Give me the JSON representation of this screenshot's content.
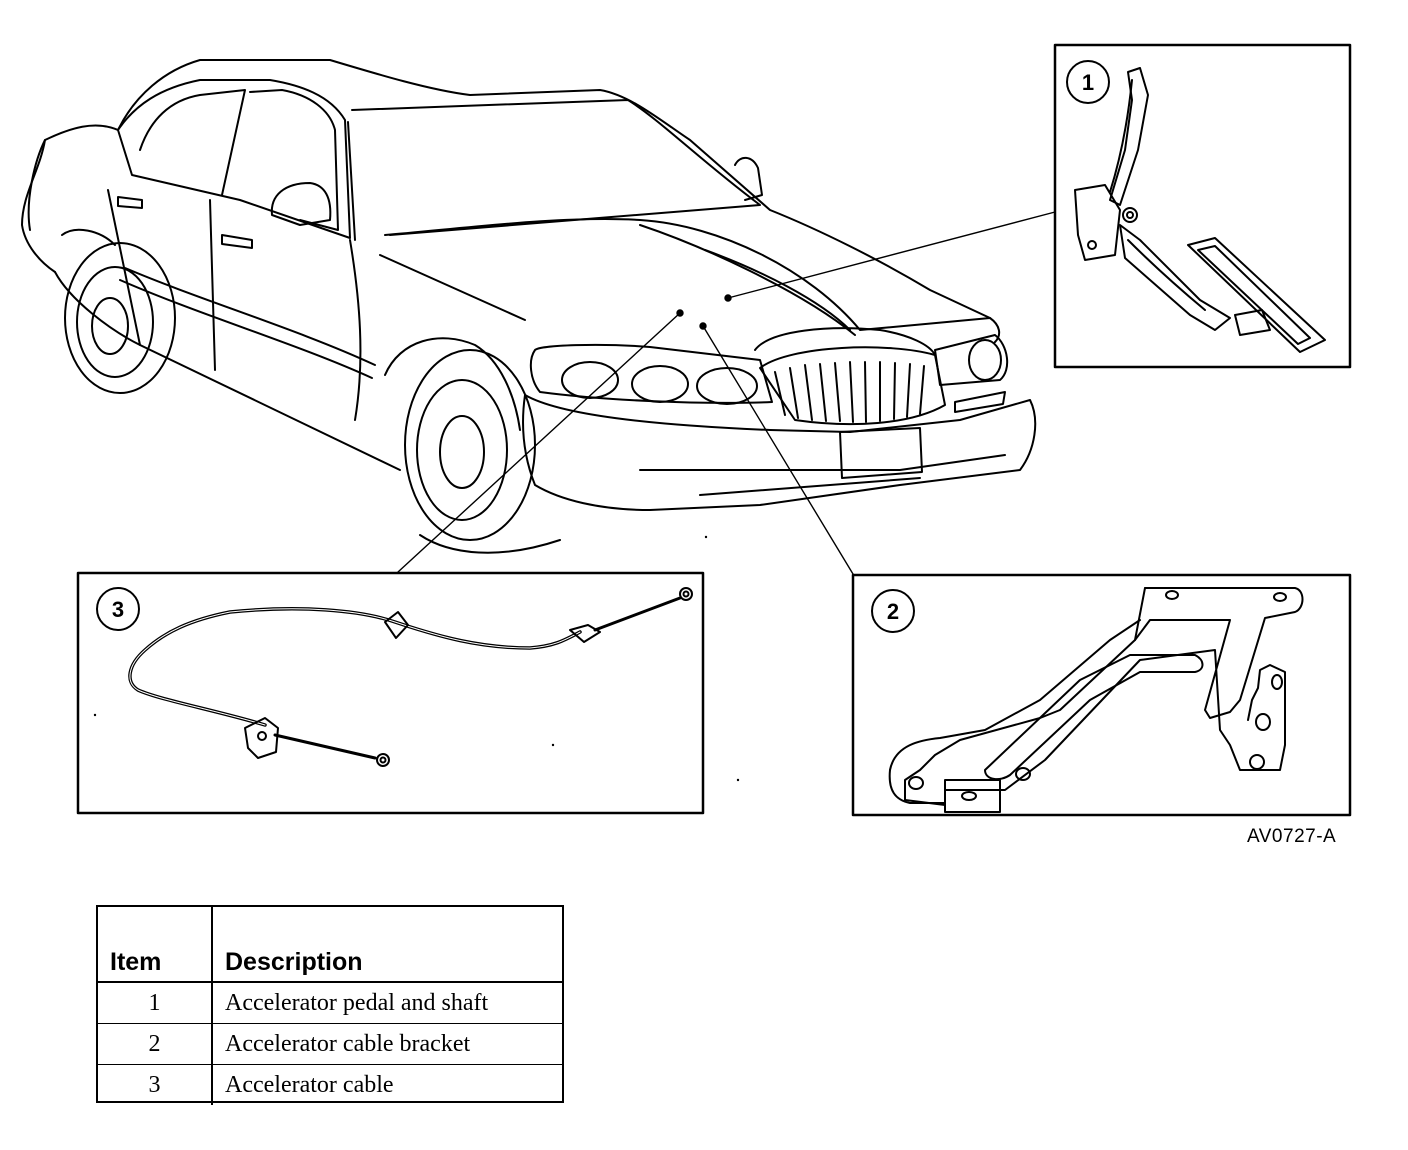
{
  "figure": {
    "code": "AV0727-A",
    "callouts": [
      {
        "number": "1",
        "part": "accelerator-pedal-and-shaft"
      },
      {
        "number": "2",
        "part": "accelerator-cable-bracket"
      },
      {
        "number": "3",
        "part": "accelerator-cable"
      }
    ]
  },
  "legend": {
    "headers": {
      "item": "Item",
      "description": "Description"
    },
    "rows": [
      {
        "item": "1",
        "description": "Accelerator pedal and shaft"
      },
      {
        "item": "2",
        "description": "Accelerator cable bracket"
      },
      {
        "item": "3",
        "description": "Accelerator cable"
      }
    ]
  }
}
